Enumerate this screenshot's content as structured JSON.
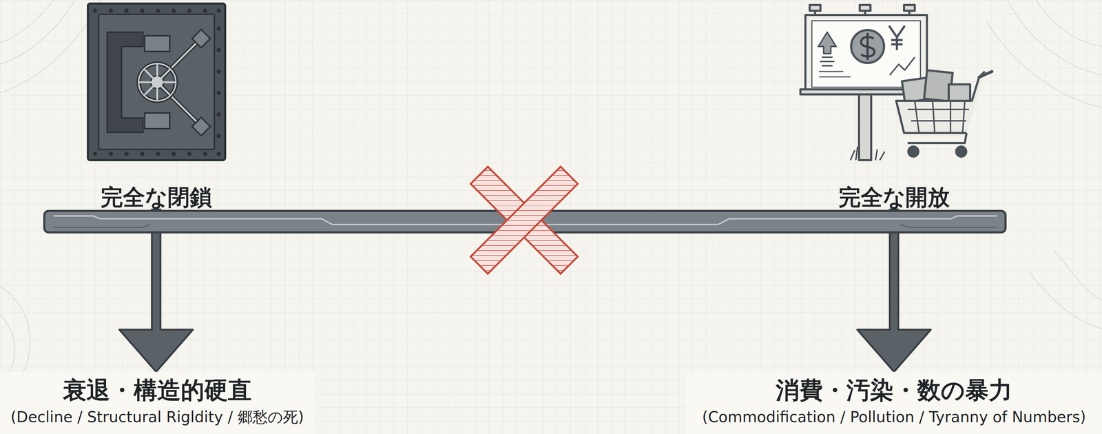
{
  "diagram": {
    "nodes": [
      {
        "text": [
          "完全な閉鎖"
        ]
      },
      {
        "text": [
          "完全な開放"
        ]
      },
      {
        "text": [
          "衰退・構造的硬直",
          "(Decline / Structural Rigldity / 郷愁の死)"
        ]
      },
      {
        "text": [
          "消費・汚染・数の暴力",
          "(Commodification / Pollution / Tyranny of Numbers)"
        ]
      }
    ],
    "edges": [
      {
        "from": 0,
        "to": 2,
        "arrow": "to"
      },
      {
        "from": 1,
        "to": 3,
        "arrow": "to"
      }
    ]
  }
}
